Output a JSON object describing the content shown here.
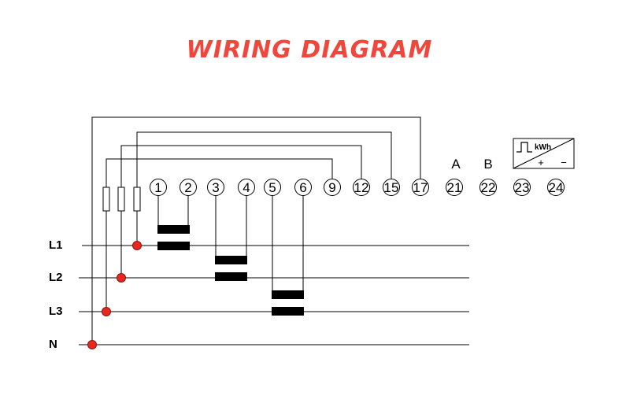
{
  "title": "WIRING DIAGRAM",
  "colors": {
    "title": "#f0463c",
    "node": "#e8271f",
    "line": "#000000"
  },
  "lines": [
    "L1",
    "L2",
    "L3",
    "N"
  ],
  "terminals": [
    "1",
    "2",
    "3",
    "4",
    "5",
    "6",
    "9",
    "12",
    "15",
    "17",
    "21",
    "22",
    "23",
    "24"
  ],
  "comm_labels": [
    "A",
    "B"
  ],
  "pulse_output": {
    "unit": "kWh",
    "plus": "+",
    "minus": "−"
  }
}
